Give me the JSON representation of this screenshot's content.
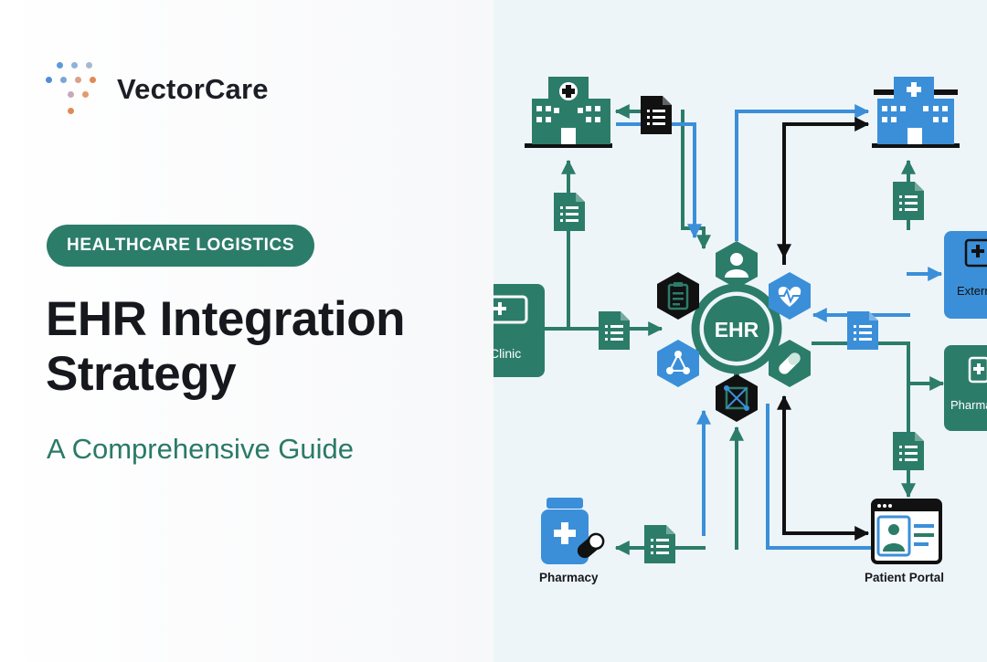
{
  "brand": {
    "name": "VectorCare"
  },
  "tag": "HEALTHCARE LOGISTICS",
  "title": "EHR Integration Strategy",
  "subtitle": "A Comprehensive Guide",
  "diagram": {
    "hub_label": "EHR",
    "nodes": {
      "clinic": "Clinic",
      "external_clinic": "External clinic",
      "pharmacy_platform": "Pharmacy platform",
      "pharmacy": "Pharmacy",
      "patient_portal": "Patient Portal"
    }
  },
  "colors": {
    "teal": "#2c7c6a",
    "blue": "#3b8fd9",
    "black": "#111111",
    "accent_orange": "#e08a55"
  }
}
